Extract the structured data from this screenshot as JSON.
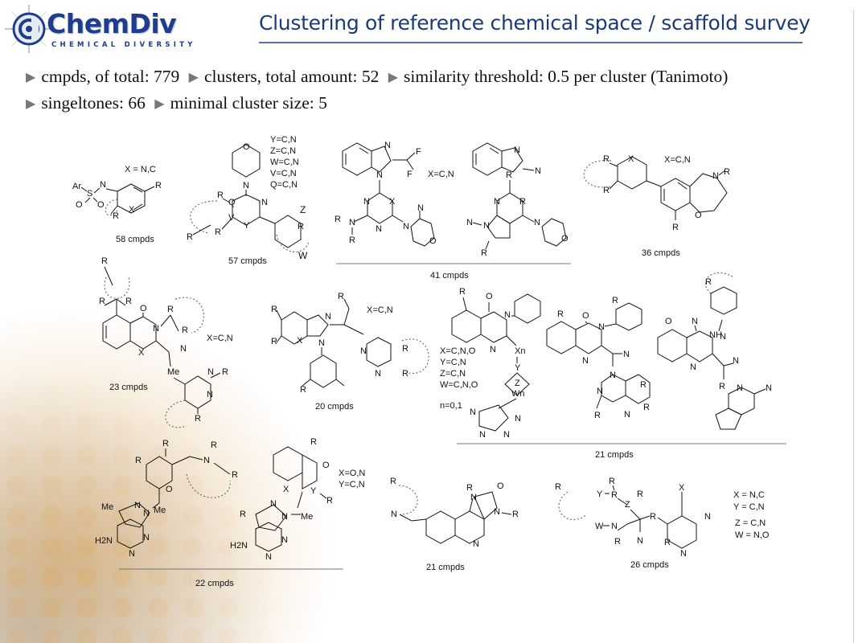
{
  "logo": {
    "name": "ChemDiv",
    "tagline": "CHEMICAL DIVERSITY"
  },
  "title": "Clustering of reference chemical space / scaffold survey",
  "facts": [
    {
      "label": "cmpds, of total: 779"
    },
    {
      "label": "clusters, total amount: 52"
    },
    {
      "label": "similarity threshold: 0.5 per cluster (Tanimoto)"
    },
    {
      "label": "singeltones: 66"
    },
    {
      "label": "minimal cluster size: 5"
    }
  ],
  "colors": {
    "title": "#1b3a78",
    "logo": "#1f3d8c",
    "bullet": "#777777"
  },
  "bullet_icon": "right-triangle-icon",
  "clusters": [
    {
      "count": "58 cmpds",
      "notes": [
        "X = N,C"
      ],
      "atoms": [
        "Ar",
        "S",
        "O",
        "O",
        "N",
        "R",
        "R",
        "X"
      ]
    },
    {
      "count": "57 cmpds",
      "notes": [
        "Y=C,N",
        "Z=C,N",
        "W=C,N",
        "V=C,N",
        "Q=C,N"
      ],
      "atoms": [
        "O",
        "N",
        "R",
        "Q",
        "N",
        "V",
        "Y",
        "R",
        "R",
        "Z",
        "R",
        "W"
      ]
    },
    {
      "count": "41 cmpds",
      "notes": [
        "X=C,N"
      ],
      "atoms": [
        "N",
        "N",
        "F",
        "F",
        "N",
        "N",
        "X",
        "R",
        "N",
        "R",
        "N",
        "O",
        "N",
        "N",
        "R",
        "N",
        "N",
        "R",
        "N",
        "N",
        "N",
        "O",
        "R"
      ]
    },
    {
      "count": "36 cmpds",
      "notes": [
        "X=C,N"
      ],
      "atoms": [
        "R",
        "X",
        "R",
        "N",
        "R",
        "O",
        "R"
      ]
    },
    {
      "count": "23 cmpds",
      "notes": [
        "X=C,N"
      ],
      "atoms": [
        "R",
        "R",
        "R",
        "O",
        "N",
        "R",
        "R",
        "X",
        "N",
        "Me",
        "N",
        "R",
        "N",
        "R"
      ]
    },
    {
      "count": "20 cmpds",
      "notes": [
        "X=C,N"
      ],
      "atoms": [
        "R",
        "R",
        "X",
        "N",
        "N",
        "R",
        "N",
        "N",
        "R",
        "R",
        "R"
      ]
    },
    {
      "count": "21 cmpds",
      "notes": [
        "X=C,N,O",
        "Y=C,N",
        "Z=C,N",
        "W=C,N,O",
        "n=0,1"
      ],
      "atoms": [
        "R",
        "O",
        "N",
        "N",
        "Xn",
        "Y",
        "Z",
        "Wn",
        "N",
        "N",
        "N",
        "N",
        "R",
        "O",
        "N",
        "N",
        "R",
        "N",
        "N",
        "N",
        "R",
        "R",
        "N",
        "R",
        "O",
        "N",
        "NH",
        "N",
        "R",
        "N",
        "N",
        "R",
        "N",
        "N"
      ]
    },
    {
      "count": "22 cmpds",
      "notes": [],
      "atoms": [
        "R",
        "R",
        "N",
        "R",
        "R",
        "O",
        "Me",
        "Me",
        "N",
        "N",
        "H2N",
        "N",
        "N"
      ]
    },
    {
      "count": "",
      "notes": [
        "X=O,N",
        "Y=C,N"
      ],
      "atoms": [
        "R",
        "O",
        "X",
        "Y",
        "R",
        "R",
        "N",
        "N",
        "Me",
        "H2N",
        "N",
        "N"
      ]
    },
    {
      "count": "21 cmpds",
      "notes": [],
      "atoms": [
        "R",
        "N",
        "R",
        "N",
        "O",
        "N",
        "R",
        "N"
      ]
    },
    {
      "count": "26 cmpds",
      "notes": [
        "X = N,C",
        "Y = C,N",
        "Z = C,N",
        "W = N,O"
      ],
      "atoms": [
        "R",
        "R",
        "Y",
        "R",
        "Z",
        "R",
        "N",
        "R",
        "X",
        "W",
        "N",
        "R",
        "R",
        "N",
        "N"
      ]
    }
  ]
}
